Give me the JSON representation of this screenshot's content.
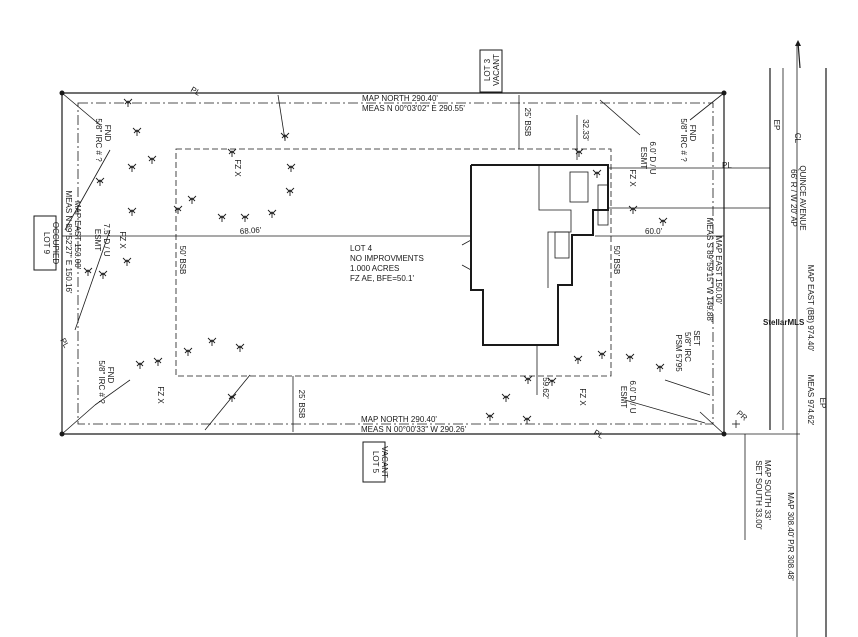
{
  "labels": {
    "map_north_top": "MAP NORTH 290.40'",
    "meas_north_top": "MEAS N 00°03'02\" E 290.55'",
    "lot3_line1": "LOT 3",
    "lot3_line2": "VACANT",
    "lot5_line1": "LOT 5",
    "lot5_line2": "VACANT",
    "lot9_line1": "LOT 9",
    "lot9_line2": "OCCUPIED",
    "bsb_top": "25' BSB",
    "bsb_bottom": "25' BSB",
    "bsb_left": "50' BSB",
    "bsb_right": "50' BSB",
    "fnd_tl_1": "FND",
    "fnd_tl_2": "5/8\" IRC # ?",
    "fnd_tr_1": "FND",
    "fnd_tr_2": "5/8\" IRC # ?",
    "fnd_bl_1": "FND",
    "fnd_bl_2": "5/8\" IRC # ?",
    "esmt_tr_1": "6.0' D / U",
    "esmt_tr_2": "ESMT",
    "esmt_br_1": "6.0' D / U",
    "esmt_br_2": "ESMT",
    "esmt_left_1": "7.5' D / U",
    "esmt_left_2": "ESMT",
    "fz_1": "FZ X",
    "fz_2": "FZ X",
    "fz_3": "FZ X",
    "fz_4": "FZ X",
    "fz_5": "FZ X",
    "map_east_left": "MAP EAST 150.00'",
    "meas_east_left": "MEAS N 89°52'27\" E 150.16'",
    "map_east_right": "MAP EAST 150.00'",
    "meas_east_right": "MEAS S 89°59'15\" W 149.88'",
    "dim_6806": "68.06'",
    "dim_600": "60.0'",
    "dim_3233": "32.33'",
    "dim_5962": "59.62'",
    "lot4_1": "LOT 4",
    "lot4_2": "NO IMPROVMENTS",
    "lot4_3": "1.000 ACRES",
    "lot4_4": "FZ AE, BFE=50.1'",
    "set_1": "SET",
    "set_2": "5/8\" IRC",
    "set_3": "PSM 5795",
    "map_south_bottom": "MAP NORTH 290.40'",
    "meas_south_bottom": "MEAS N 00°00'33\" W 290.26'",
    "road_1": "QUINCE AVENUE",
    "road_2": "66' R / W 20' AP",
    "map_east_bb": "MAP EAST (BB) 974.40'",
    "meas_east_bb": "MEAS 974.62'",
    "ep_top": "EP",
    "ep_bottom": "EP",
    "cl": "CL",
    "pl_1": "PL",
    "pl_2": "PL",
    "pl_3": "PL",
    "pl_4": "PL",
    "pr": "PR",
    "map_south_33": "MAP SOUTH 33'",
    "set_south_33": "SET SOUTH 33.00'",
    "map_308": "MAP 308.40'",
    "pr_308": "P/R 308.48'",
    "watermark": "StellarMLS"
  },
  "icons": {
    "tree": "tree-symbol-icon",
    "north_arrow": "north-arrow-icon",
    "iron_rod": "iron-rod-icon",
    "pr_cross": "permanent-reference-cross-icon"
  }
}
